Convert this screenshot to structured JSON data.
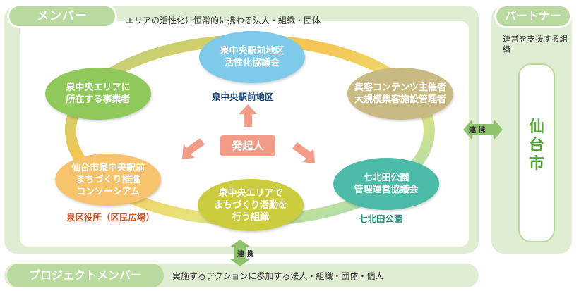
{
  "member": {
    "title": "メンバー",
    "description": "エリアの活性化に恒常的に携わる法人・組織・団体"
  },
  "partner": {
    "title": "パートナー",
    "description": "運営を支援する組織",
    "name": "仙台市"
  },
  "project": {
    "title": "プロジェクトメンバー",
    "description": "実施するアクションに参加する法人・組織・団体・個人"
  },
  "nodes": {
    "izumi_council": {
      "line1": "泉中央駅前地区",
      "line2": "活性化協議会",
      "sublabel": "泉中央駅前地区"
    },
    "area_business": {
      "line1": "泉中央エリアに",
      "line2": "所在する事業者"
    },
    "shuukyaku": {
      "line1": "集客コンテンツ主催者",
      "line2": "大規模集客施設管理者"
    },
    "consortium": {
      "line1": "仙台市泉中央駅前",
      "line2": "まちづくり推進",
      "line3": "コンソーシアム",
      "sublabel": "泉区役所（区民広場）"
    },
    "nanakita": {
      "line1": "七北田公園",
      "line2": "管理運営協議会",
      "sublabel": "七北田公園"
    },
    "area_group": {
      "line1": "泉中央エリアで",
      "line2": "まちづくり活動を",
      "line3": "行う組織"
    }
  },
  "center": {
    "label": "発起人"
  },
  "links": {
    "side": "連 携",
    "bottom": "連 携"
  },
  "colors": {
    "frame": "#dfeed2",
    "tab": "#b9dba0",
    "izumi_council": "#7fcaea",
    "area_business": "#8fc95b",
    "shuukyaku": "#c9ba84",
    "consortium": "#f7c36d",
    "nanakita": "#4cbca8",
    "area_group": "#cbcd3e",
    "center": "#f29c87",
    "partner_text": "#58a93a"
  }
}
